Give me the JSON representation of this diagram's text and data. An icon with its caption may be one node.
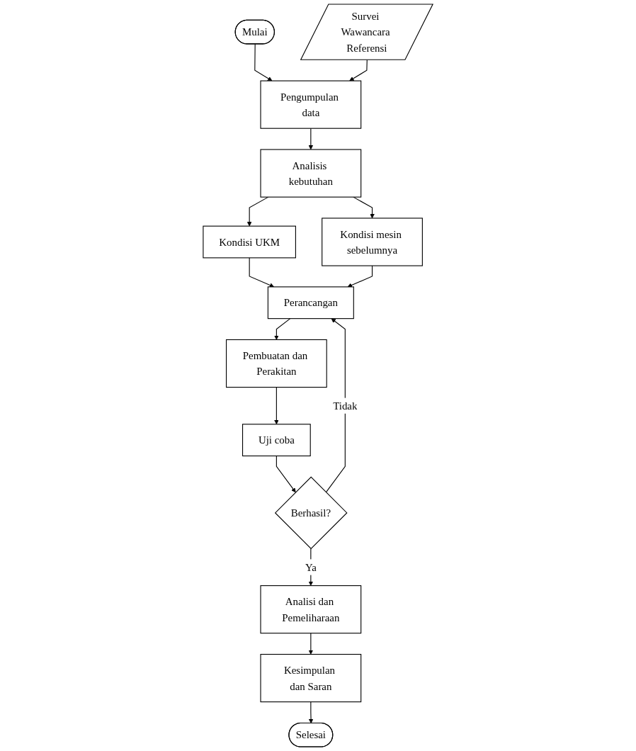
{
  "diagram": {
    "nodes": [
      {
        "text": [
          "Mulai"
        ]
      },
      {
        "text": [
          "Pengumpulan data"
        ]
      },
      {
        "text": [
          "Survei Wawancara Referensi"
        ]
      },
      {
        "text": [
          "Analisis kebutuhan"
        ]
      },
      {
        "text": [
          "Kondisi UKM"
        ]
      },
      {
        "text": [
          "Kondisi mesin sebelumnya"
        ]
      },
      {
        "text": [
          "Perancangan"
        ]
      },
      {
        "text": [
          "Pembuatan dan Perakitan"
        ]
      },
      {
        "text": [
          "Uji coba"
        ]
      },
      {
        "text": [
          "Berhasil?"
        ]
      },
      {
        "text": [
          "Analisi dan Pemeliharaan"
        ]
      },
      {
        "text": [
          "Kesimpulan dan Saran"
        ]
      },
      {
        "text": [
          "Selesai"
        ]
      }
    ],
    "edges": [
      {
        "from": 0,
        "to": 1,
        "arrow": "to"
      },
      {
        "from": 2,
        "to": 1,
        "arrow": "to"
      },
      {
        "from": 1,
        "to": 3,
        "arrow": "to"
      },
      {
        "from": 3,
        "to": 4,
        "arrow": "to"
      },
      {
        "from": 3,
        "to": 5,
        "arrow": "to"
      },
      {
        "from": 4,
        "to": 6,
        "arrow": "to"
      },
      {
        "from": 5,
        "to": 6,
        "arrow": "to"
      },
      {
        "from": 6,
        "to": 7,
        "arrow": "to"
      },
      {
        "from": 7,
        "to": 8,
        "arrow": "to"
      },
      {
        "from": 8,
        "to": 9,
        "arrow": "to"
      },
      {
        "from": 9,
        "to": 6,
        "arrow": "to",
        "label": "Tidak"
      },
      {
        "from": 9,
        "to": 10,
        "arrow": "to",
        "label": "Ya"
      },
      {
        "from": 10,
        "to": 11,
        "arrow": "to"
      },
      {
        "from": 11,
        "to": 12,
        "arrow": "to"
      }
    ]
  }
}
